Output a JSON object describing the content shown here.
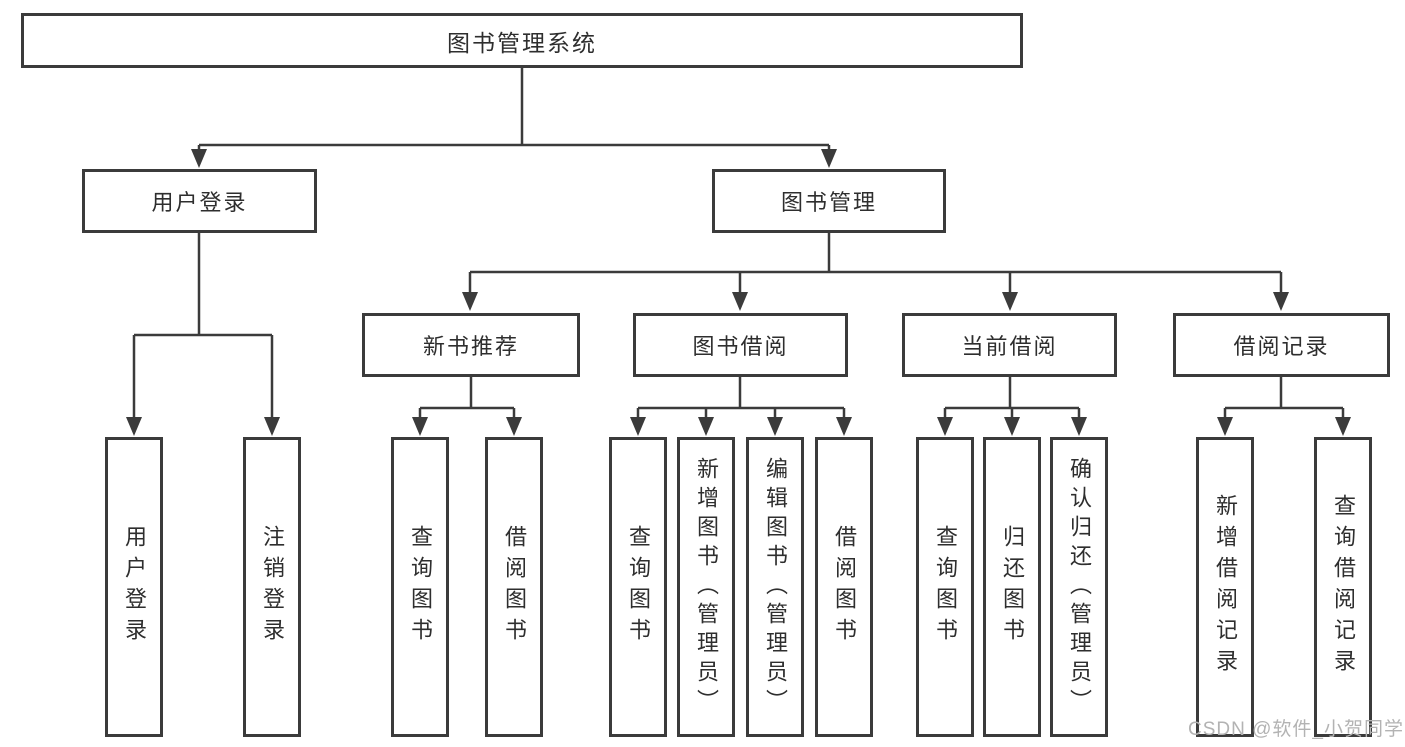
{
  "diagram": {
    "root": "图书管理系统",
    "branches": [
      {
        "label": "用户登录",
        "children": [
          "用户登录",
          "注销登录"
        ]
      },
      {
        "label": "图书管理",
        "groups": [
          {
            "label": "新书推荐",
            "children": [
              "查询图书",
              "借阅图书"
            ]
          },
          {
            "label": "图书借阅",
            "children": [
              "查询图书",
              "新增图书（管理员）",
              "编辑图书（管理员）",
              "借阅图书"
            ]
          },
          {
            "label": "当前借阅",
            "children": [
              "查询图书",
              "归还图书",
              "确认归还（管理员）"
            ]
          },
          {
            "label": "借阅记录",
            "children": [
              "新增借阅记录",
              "查询借阅记录"
            ]
          }
        ]
      }
    ]
  },
  "watermark": "CSDN @软件_小贺同学",
  "colors": {
    "line": "#3b3b3b",
    "text": "#2e2e2e",
    "node_background": "#ffffff",
    "watermark": "#b3b3b3"
  }
}
